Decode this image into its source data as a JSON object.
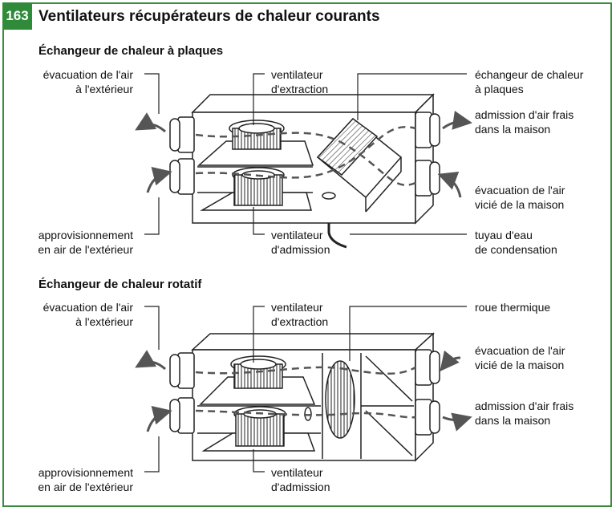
{
  "figure_number": "163",
  "title": "Ventilateurs récupérateurs de chaleur courants",
  "section1": {
    "subtitle": "Échangeur de chaleur à plaques",
    "label_evac_ext": [
      "évacuation de l'air",
      "à l'extérieur"
    ],
    "label_fan_extract": [
      "ventilateur",
      "d'extraction"
    ],
    "label_exchanger": [
      "échangeur de chaleur",
      "à plaques"
    ],
    "label_fresh_air": [
      "admission d'air frais",
      "dans la maison"
    ],
    "label_stale_air": [
      "évacuation de l'air",
      "vicié de la maison"
    ],
    "label_supply_outdoor": [
      "approvisionnement",
      "en air de l'extérieur"
    ],
    "label_fan_intake": [
      "ventilateur",
      "d'admission"
    ],
    "label_condensate": [
      "tuyau d'eau",
      "de condensation"
    ]
  },
  "section2": {
    "subtitle": "Échangeur de chaleur rotatif",
    "label_evac_ext": [
      "évacuation de l'air",
      "à l'extérieur"
    ],
    "label_fan_extract": [
      "ventilateur",
      "d'extraction"
    ],
    "label_wheel": [
      "roue thermique"
    ],
    "label_stale_air": [
      "évacuation de l'air",
      "vicié de la maison"
    ],
    "label_fresh_air": [
      "admission d'air frais",
      "dans la maison"
    ],
    "label_supply_outdoor": [
      "approvisionnement",
      "en air de l'extérieur"
    ],
    "label_fan_intake": [
      "ventilateur",
      "d'admission"
    ]
  },
  "colors": {
    "accent": "#2f8a3a",
    "line": "#222222",
    "airflow": "#555555"
  }
}
